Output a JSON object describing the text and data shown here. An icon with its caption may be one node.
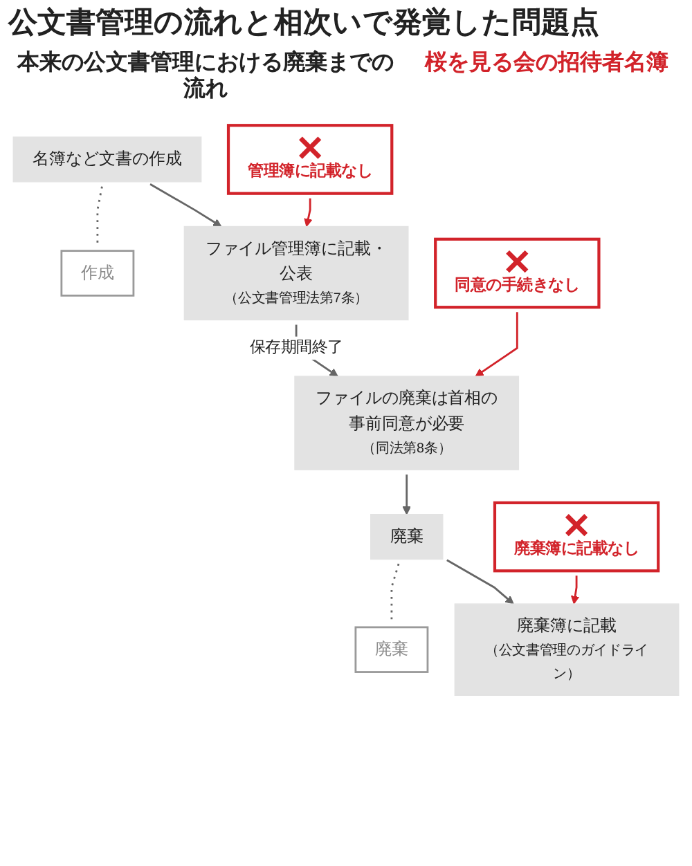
{
  "diagram": {
    "title": "公文書管理の流れと相次いで発覚した問題点",
    "nodes": [
      {
        "text": [
          "名簿など文書の作成"
        ]
      },
      {
        "text": [
          "作成"
        ]
      },
      {
        "text": [
          "ファイル管理簿に記載・公表",
          "（公文書管理法第7条）"
        ]
      },
      {
        "text": [
          "管理簿に記載なし"
        ]
      },
      {
        "text": [
          "ファイルの廃棄は首相の事前同意が必要",
          "（同法第8条）"
        ]
      },
      {
        "text": [
          "同意の手続きなし"
        ]
      },
      {
        "text": [
          "廃棄"
        ]
      },
      {
        "text": [
          "廃棄"
        ]
      },
      {
        "text": [
          "廃棄簿に記載",
          "（公文書管理のガイドライン）"
        ]
      },
      {
        "text": [
          "廃棄簿に記載なし"
        ]
      }
    ],
    "edges": [
      {
        "from": 0,
        "to": 1,
        "arrow": "none",
        "style": "dashed"
      },
      {
        "from": 0,
        "to": 2,
        "arrow": "to"
      },
      {
        "from": 3,
        "to": 2,
        "arrow": "to",
        "color": "#d2232a"
      },
      {
        "from": 2,
        "to": 4,
        "arrow": "to",
        "label": "保存期間終了"
      },
      {
        "from": 5,
        "to": 4,
        "arrow": "to",
        "color": "#d2232a"
      },
      {
        "from": 4,
        "to": 6,
        "arrow": "to"
      },
      {
        "from": 6,
        "to": 7,
        "arrow": "none",
        "style": "dashed"
      },
      {
        "from": 6,
        "to": 8,
        "arrow": "to"
      },
      {
        "from": 9,
        "to": 8,
        "arrow": "to",
        "color": "#d2232a"
      }
    ],
    "labels": [
      "本来の公文書管理における廃棄までの流れ",
      "桜を見る会の招待者名簿"
    ]
  }
}
